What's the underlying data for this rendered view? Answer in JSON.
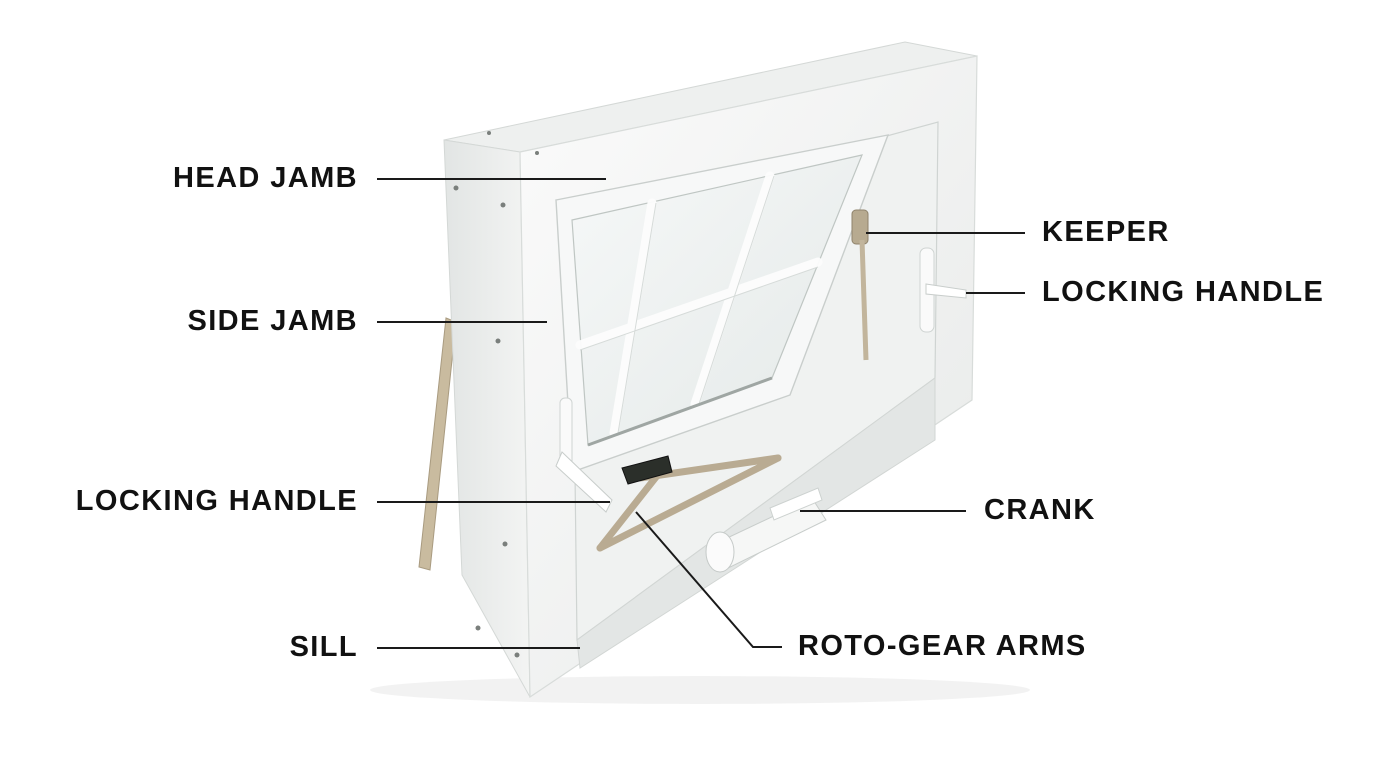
{
  "labels": {
    "head_jamb": "HEAD JAMB",
    "side_jamb": "SIDE JAMB",
    "locking_handle_left": "LOCKING HANDLE",
    "sill": "SILL",
    "keeper": "KEEPER",
    "locking_handle_right": "LOCKING HANDLE",
    "crank": "CRANK",
    "roto_gear_arms": "ROTO-GEAR ARMS"
  },
  "colors": {
    "label_text": "#111111",
    "leader_line": "#1a1a1a",
    "frame": "#f4f5f4",
    "frame_shade": "#dcdfdd",
    "glass": "#eef2f1",
    "hardware": "#b9ab92",
    "background": "#ffffff"
  }
}
